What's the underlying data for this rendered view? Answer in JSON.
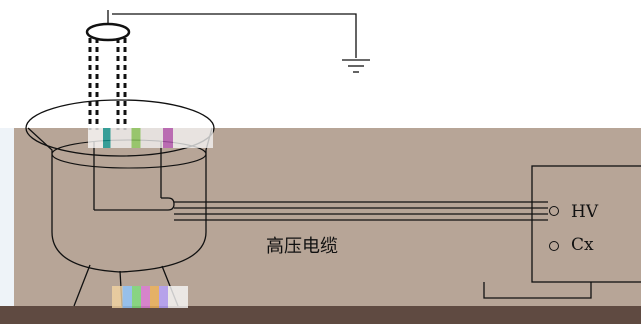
{
  "labels": {
    "cable": "高压电缆",
    "hv": "HV",
    "cx": "Cx"
  }
}
